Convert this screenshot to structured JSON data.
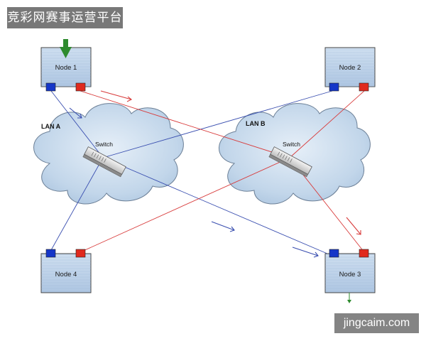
{
  "banner": {
    "text": "竞彩网赛事运营平台"
  },
  "watermark": {
    "text": "jingcaim.com"
  },
  "lans": [
    {
      "label": "LAN A",
      "switch_label": "Switch"
    },
    {
      "label": "LAN B",
      "switch_label": "Switch"
    }
  ],
  "nodes": [
    {
      "label": "Node 1"
    },
    {
      "label": "Node 2"
    },
    {
      "label": "Node 3"
    },
    {
      "label": "Node 4"
    }
  ],
  "colors": {
    "lan_a_line": "#3a4fb0",
    "lan_b_line": "#d83a3a",
    "port_blue": "#1536c8",
    "port_red": "#e02a1e",
    "node_fill": "#b9cfe6",
    "cloud_fill": "#c4d8ec",
    "arrow_in": "#2e8b2e"
  }
}
